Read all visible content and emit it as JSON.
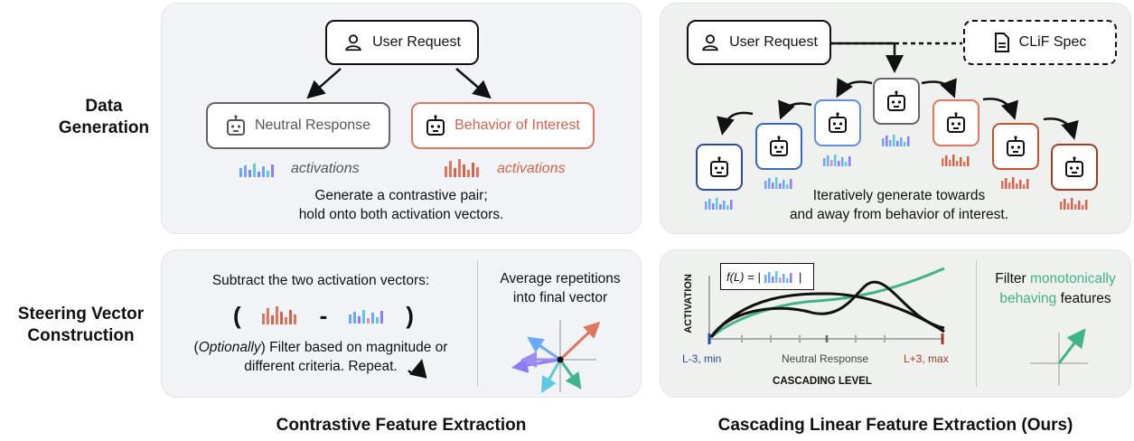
{
  "rows": {
    "data_generation": "Data\nGeneration",
    "steering": "Steering Vector\nConstruction"
  },
  "columns": {
    "left_title": "Contrastive Feature Extraction",
    "right_title": "Cascading Linear Feature Extraction (Ours)"
  },
  "left_top": {
    "user_request": "User Request",
    "neutral": "Neutral Response",
    "behavior": "Behavior of Interest",
    "act_neutral": "activations",
    "act_behavior": "activations",
    "caption_line1": "Generate a contrastive pair;",
    "caption_line2": "hold onto both activation vectors."
  },
  "right_top": {
    "user_request": "User Request",
    "spec": "CLiF Spec",
    "caption_line1": "Iteratively generate towards",
    "caption_line2": "and away from behavior of interest."
  },
  "left_bottom": {
    "subtract": "Subtract the two activation vectors:",
    "paren_open": "(",
    "minus": "-",
    "paren_close": ")",
    "optionally": "Optionally",
    "filter_rest_1": " Filter based on magnitude or",
    "filter_line2": "different criteria. Repeat.",
    "average_line1": "Average repetitions",
    "average_line2": "into final vector"
  },
  "right_bottom": {
    "formula_prefix": "f(L) = |",
    "formula_suffix": "|",
    "y_axis": "ACTIVATION",
    "x_axis": "CASCADING LEVEL",
    "tick_left": "L-3, min",
    "tick_mid": "Neutral Response",
    "tick_right": "L+3, max",
    "filter_prefix": "Filter ",
    "filter_green1": "monotonically",
    "filter_green2": "behaving",
    "filter_suffix": " features"
  },
  "colors": {
    "behavior": "#e0755f",
    "green": "#3fb389",
    "blue_dark": "#2b4aa8",
    "red_dark": "#a63a22"
  }
}
